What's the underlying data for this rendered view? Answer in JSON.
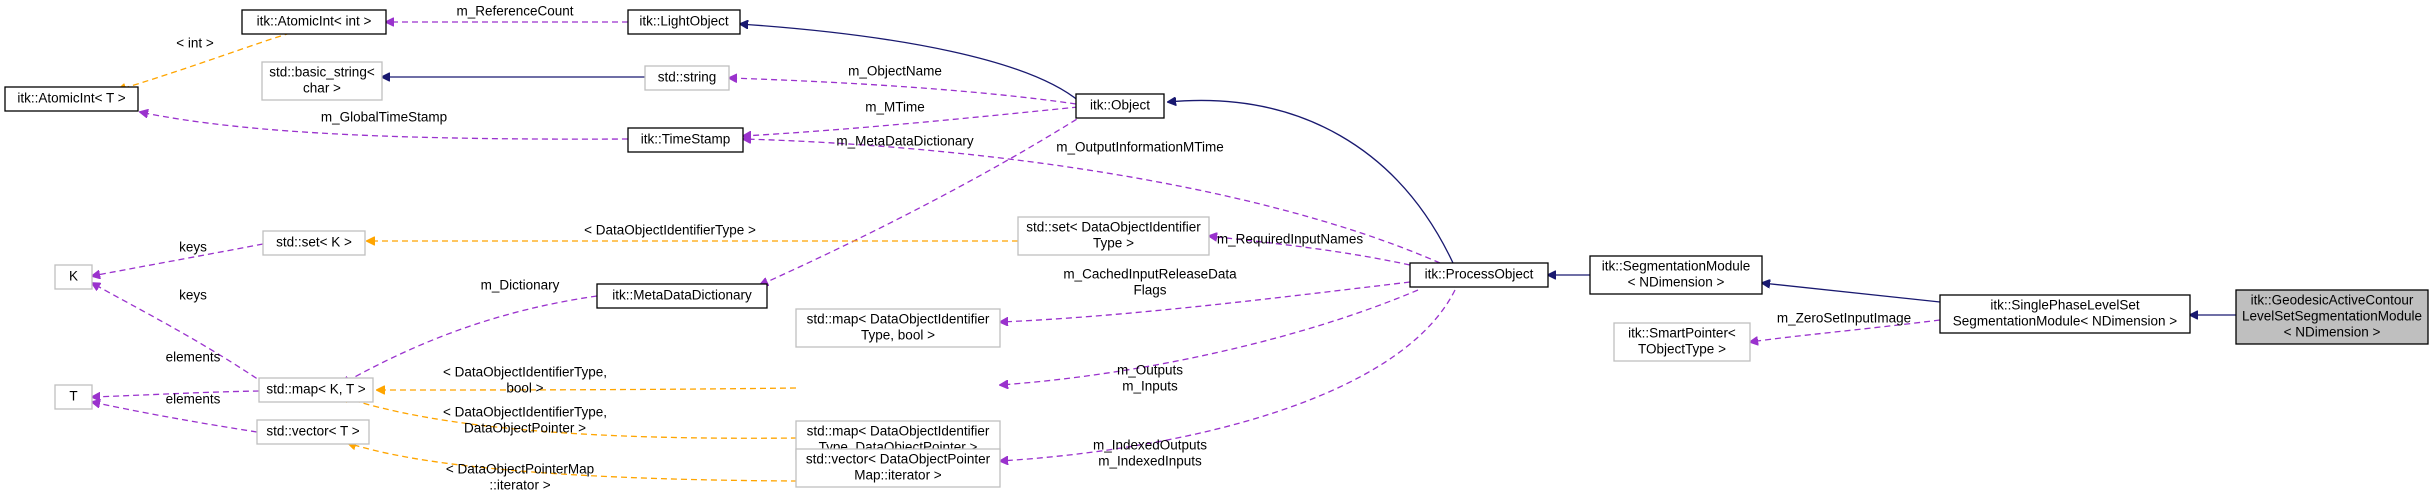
{
  "colors": {
    "inheritance": "#191970",
    "usage": "#9a32cd",
    "template": "#ffa500",
    "node_highlight_fill": "#bfbfbf"
  },
  "nodes": {
    "atomicint_int": [
      "itk::AtomicInt< int >"
    ],
    "lightobject": [
      "itk::LightObject"
    ],
    "basic_string": [
      "std::basic_string<",
      "char >"
    ],
    "atomicint_t": [
      "itk::AtomicInt< T >"
    ],
    "string": [
      "std::string"
    ],
    "object": [
      "itk::Object"
    ],
    "timestamp": [
      "itk::TimeStamp"
    ],
    "k": [
      "K"
    ],
    "set_k": [
      "std::set< K >"
    ],
    "set_doid": [
      "std::set< DataObjectIdentifier",
      "Type >"
    ],
    "processobject": [
      "itk::ProcessObject"
    ],
    "segmentationmodule": [
      "itk::SegmentationModule",
      "< NDimension >"
    ],
    "metadatadictionary": [
      "itk::MetaDataDictionary"
    ],
    "map_kt": [
      "std::map< K, T >"
    ],
    "map_doid_bool": [
      "std::map< DataObjectIdentifier",
      "Type, bool >"
    ],
    "singlephase": [
      "itk::SinglePhaseLevelSet",
      "SegmentationModule< NDimension >"
    ],
    "geodesic": [
      "itk::GeodesicActiveContour",
      "LevelSetSegmentationModule",
      "< NDimension >"
    ],
    "smartpointer": [
      "itk::SmartPointer<",
      "TObjectType >"
    ],
    "t": [
      "T"
    ],
    "map_doid_ptr": [
      "std::map< DataObjectIdentifier",
      "Type, DataObjectPointer >"
    ],
    "vector_t": [
      "std::vector< T >"
    ],
    "vector_dop": [
      "std::vector< DataObjectPointer",
      "Map::iterator >"
    ]
  },
  "edge_labels": {
    "reference_count": [
      "m_ReferenceCount"
    ],
    "int": [
      "< int >"
    ],
    "object_name": [
      "m_ObjectName"
    ],
    "mtime": [
      "m_MTime"
    ],
    "global_timestamp": [
      "m_GlobalTimeStamp"
    ],
    "metadata_dictionary": [
      "m_MetaDataDictionary"
    ],
    "output_info_mtime": [
      "m_OutputInformationMTime"
    ],
    "keys_set": [
      "keys"
    ],
    "doid_type": [
      "< DataObjectIdentifierType >"
    ],
    "required_input_names": [
      "m_RequiredInputNames"
    ],
    "keys_map": [
      "keys"
    ],
    "dictionary": [
      "m_Dictionary"
    ],
    "cached_input": [
      "m_CachedInputReleaseData",
      "Flags"
    ],
    "zero_set_input": [
      "m_ZeroSetInputImage"
    ],
    "doid_bool": [
      "< DataObjectIdentifierType,",
      "bool >"
    ],
    "elements_map": [
      "elements"
    ],
    "doid_ptr": [
      "< DataObjectIdentifierType,",
      "DataObjectPointer >"
    ],
    "outputs_inputs": [
      "m_Outputs",
      "m_Inputs"
    ],
    "elements_vector": [
      "elements"
    ],
    "indexed": [
      "m_IndexedOutputs",
      "m_IndexedInputs"
    ],
    "dop_map_iter": [
      "< DataObjectPointerMap",
      "::iterator >"
    ]
  }
}
